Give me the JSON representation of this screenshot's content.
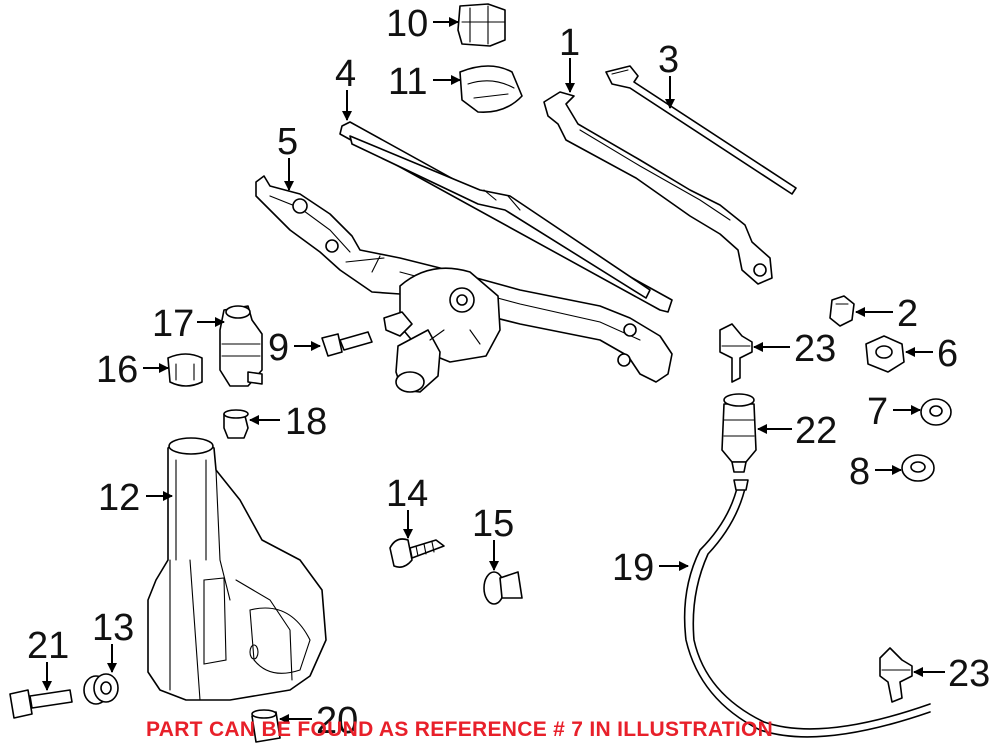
{
  "callouts": {
    "c1": "1",
    "c2": "2",
    "c3": "3",
    "c4": "4",
    "c5": "5",
    "c6": "6",
    "c7": "7",
    "c8": "8",
    "c9": "9",
    "c10": "10",
    "c11": "11",
    "c12": "12",
    "c13": "13",
    "c14": "14",
    "c15": "15",
    "c16": "16",
    "c17": "17",
    "c18": "18",
    "c19": "19",
    "c20": "20",
    "c21": "21",
    "c22": "22",
    "c23a": "23",
    "c23b": "23"
  },
  "notice": {
    "text": "PART CAN BE FOUND AS REFERENCE # 7 IN ILLUSTRATION",
    "color": "#e8202a"
  }
}
